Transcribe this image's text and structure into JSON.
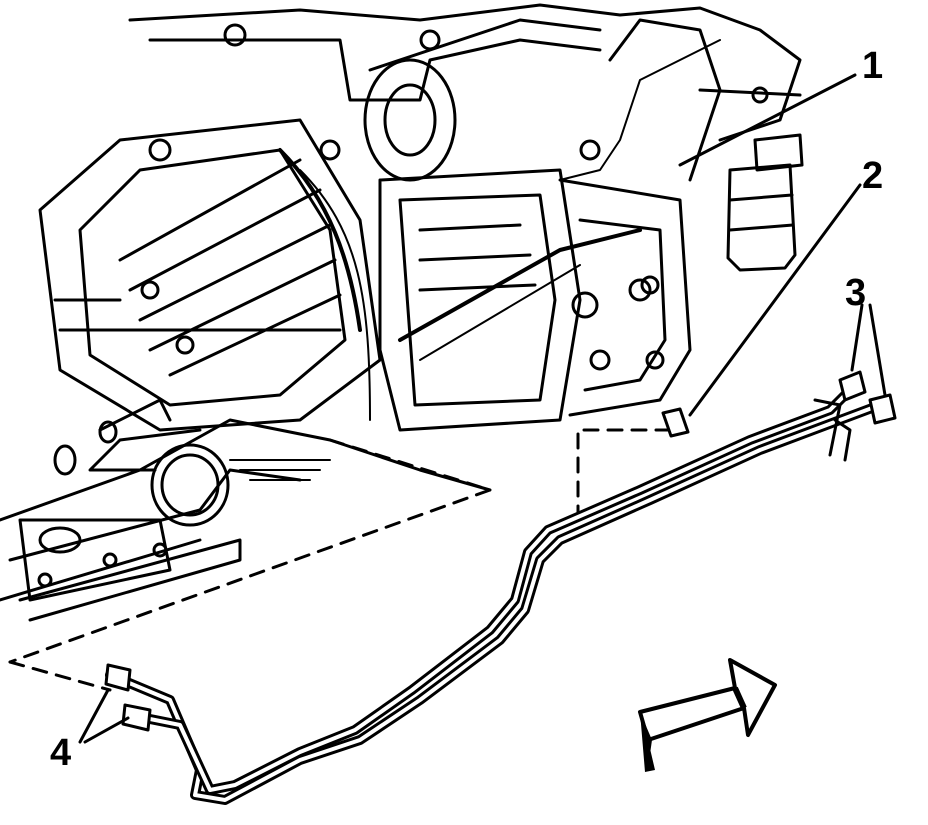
{
  "callouts": [
    {
      "id": "1",
      "label": "1",
      "target": "engine-line-connection"
    },
    {
      "id": "2",
      "label": "2",
      "target": "line-fitting"
    },
    {
      "id": "3",
      "label": "3",
      "target": "rear-line-fittings"
    },
    {
      "id": "4",
      "label": "4",
      "target": "front-line-fittings"
    }
  ],
  "icons": {
    "direction_arrow": "forward-direction-arrow-icon"
  }
}
